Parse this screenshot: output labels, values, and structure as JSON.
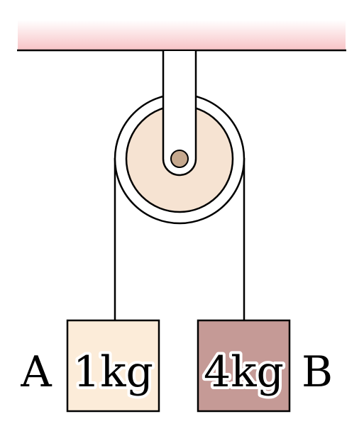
{
  "diagram": {
    "block_a": {
      "letter": "A",
      "mass_label": "1kg",
      "fill": "#fcecd9"
    },
    "block_b": {
      "letter": "B",
      "mass_label": "4kg",
      "fill": "#c59a96"
    },
    "colors": {
      "ceiling": "#f7c1c4",
      "pulley_wheel": "#f6e3d2",
      "axle": "#c5a88e",
      "stroke": "#000000",
      "bracket": "#ffffff"
    }
  }
}
